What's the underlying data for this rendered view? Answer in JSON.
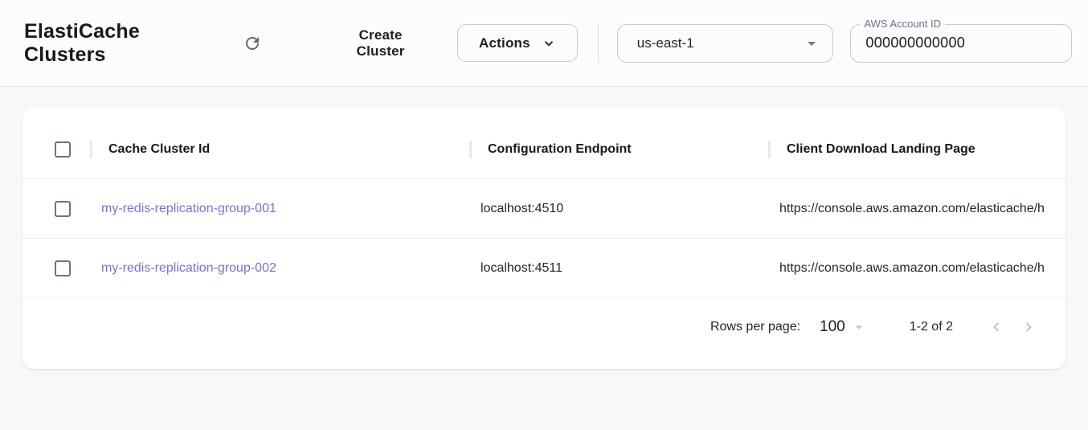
{
  "header": {
    "title": "ElastiCache Clusters",
    "create_cluster_label": "Create Cluster",
    "actions_label": "Actions",
    "region_selected": "us-east-1",
    "account_label": "AWS Account ID",
    "account_value": "000000000000"
  },
  "table": {
    "columns": {
      "cache_cluster_id": "Cache Cluster Id",
      "configuration_endpoint": "Configuration Endpoint",
      "client_download_landing_page": "Client Download Landing Page"
    },
    "rows": [
      {
        "cache_cluster_id": "my-redis-replication-group-001",
        "configuration_endpoint": "localhost:4510",
        "client_download_landing_page": "https://console.aws.amazon.com/elasticache/h"
      },
      {
        "cache_cluster_id": "my-redis-replication-group-002",
        "configuration_endpoint": "localhost:4511",
        "client_download_landing_page": "https://console.aws.amazon.com/elasticache/h"
      }
    ],
    "pagination": {
      "rows_per_page_label": "Rows per page:",
      "rows_per_page_value": "100",
      "range_label": "1-2 of 2"
    }
  },
  "icons": {
    "refresh": "refresh-icon",
    "actions_chevron": "chevron-down-icon",
    "region_caret": "arrow-drop-down-icon",
    "rows_per_page_caret": "arrow-drop-down-icon",
    "prev_page": "chevron-left-icon",
    "next_page": "chevron-right-icon"
  },
  "colors": {
    "link_purple": "#7b6fdb",
    "slate_icon": "#5d6b7a",
    "page_background": "#f7f8fa",
    "appbar_background": "#fcfcfd",
    "border_light": "#c6cad0",
    "disabled_gray": "#c3c5c9"
  }
}
